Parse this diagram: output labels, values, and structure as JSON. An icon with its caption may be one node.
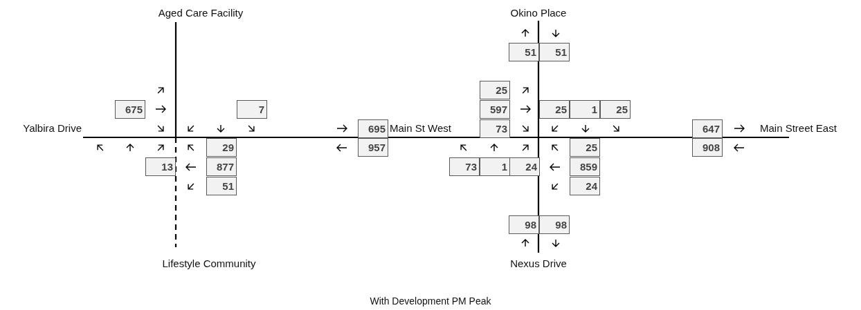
{
  "diagram": {
    "caption": "With Development PM Peak",
    "nodes": [
      {
        "text": [
          "51"
        ]
      },
      {
        "text": [
          "51"
        ]
      },
      {
        "text": [
          "25"
        ]
      },
      {
        "text": [
          "675"
        ]
      },
      {
        "text": [
          "7"
        ]
      },
      {
        "text": [
          "597"
        ]
      },
      {
        "text": [
          "25"
        ]
      },
      {
        "text": [
          "1"
        ]
      },
      {
        "text": [
          "25"
        ]
      },
      {
        "text": [
          "695"
        ]
      },
      {
        "text": [
          "73"
        ]
      },
      {
        "text": [
          "647"
        ]
      },
      {
        "text": [
          "29"
        ]
      },
      {
        "text": [
          "957"
        ]
      },
      {
        "text": [
          "25"
        ]
      },
      {
        "text": [
          "908"
        ]
      },
      {
        "text": [
          "13"
        ]
      },
      {
        "text": [
          "877"
        ]
      },
      {
        "text": [
          "73"
        ]
      },
      {
        "text": [
          "1"
        ]
      },
      {
        "text": [
          "24"
        ]
      },
      {
        "text": [
          "859"
        ]
      },
      {
        "text": [
          "51"
        ]
      },
      {
        "text": [
          "24"
        ]
      },
      {
        "text": [
          "98"
        ]
      },
      {
        "text": [
          "98"
        ]
      }
    ],
    "labels": [
      "Aged Care Facility",
      "Okino Place",
      "Yalbira Drive",
      "Main St West",
      "Main Street East",
      "Lifestyle Community",
      "Nexus Drive"
    ]
  }
}
